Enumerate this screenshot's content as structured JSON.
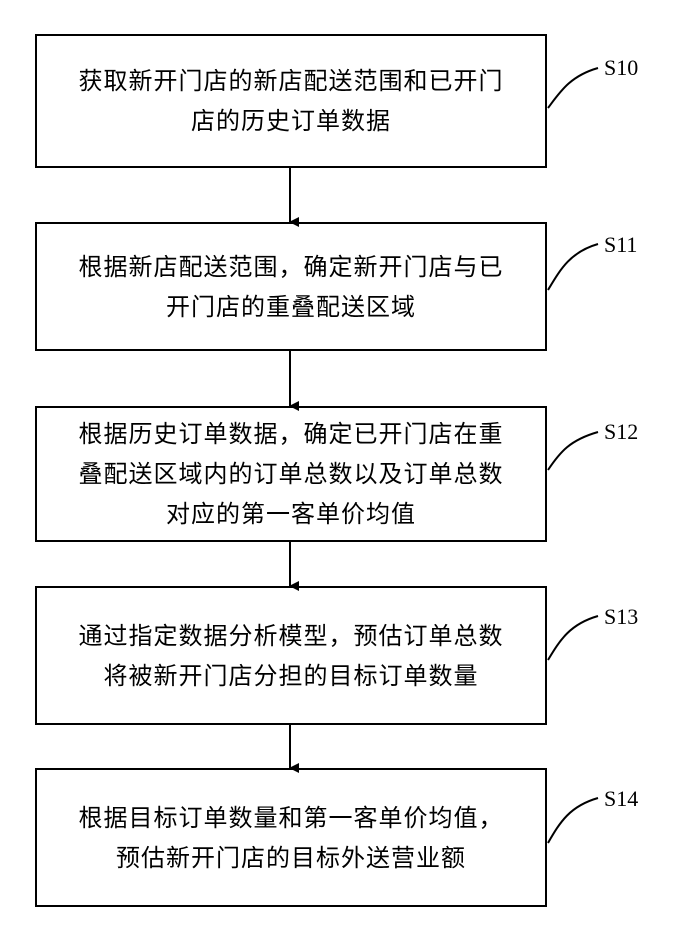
{
  "flowchart": {
    "steps": [
      {
        "id": "S10",
        "text": "获取新开门店的新店配送范围和已开门\n店的历史订单数据"
      },
      {
        "id": "S11",
        "text": "根据新店配送范围，确定新开门店与已\n开门店的重叠配送区域"
      },
      {
        "id": "S12",
        "text": "根据历史订单数据，确定已开门店在重\n叠配送区域内的订单总数以及订单总数\n对应的第一客单价均值"
      },
      {
        "id": "S13",
        "text": "通过指定数据分析模型，预估订单总数\n将被新开门店分担的目标订单数量"
      },
      {
        "id": "S14",
        "text": "根据目标订单数量和第一客单价均值，\n预估新开门店的目标外送营业额"
      }
    ]
  }
}
